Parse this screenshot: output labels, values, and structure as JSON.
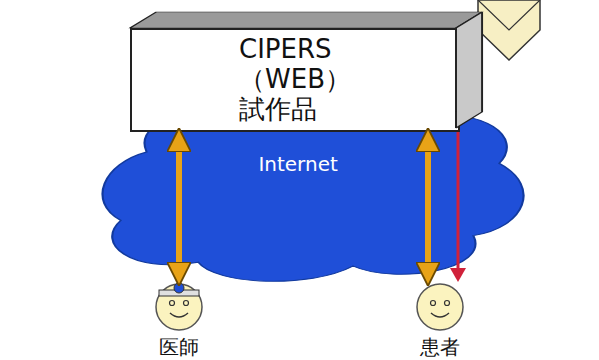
{
  "diagram": {
    "nodes": [
      {
        "text": [
          "CIPERS （WEB） 試作品"
        ]
      },
      {
        "text": [
          "Internet"
        ]
      },
      {
        "text": [
          "医師"
        ]
      },
      {
        "text": [
          "患者"
        ]
      }
    ],
    "edges": [
      {
        "from": 0,
        "to": 2,
        "arrow": "both"
      },
      {
        "from": 0,
        "to": 3,
        "arrow": "both"
      }
    ]
  }
}
